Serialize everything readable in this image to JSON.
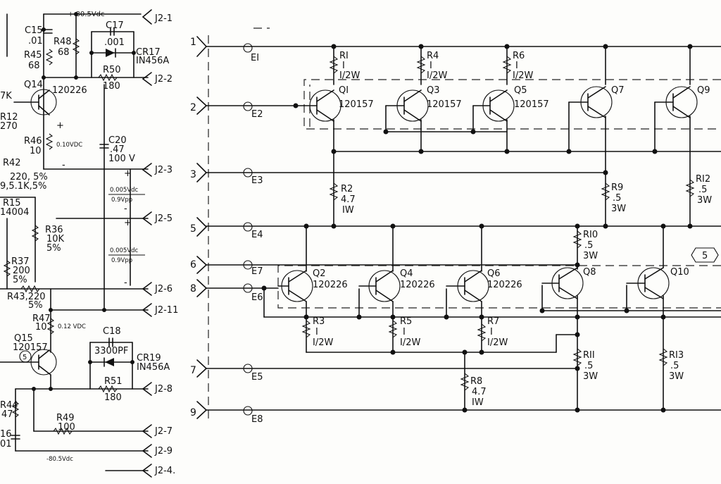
{
  "left": {
    "supply_pos": "+ 80.5Vdc",
    "supply_neg": "-80.5Vdc",
    "c15": {
      "name": "C15",
      "value": ".01"
    },
    "c17": {
      "name": "C17",
      "value": ".001"
    },
    "r48": {
      "name": "R48",
      "value": "68"
    },
    "r45": {
      "name": "R45",
      "value": "68"
    },
    "cr17": {
      "name": "CR17",
      "part": "IN456A"
    },
    "r50": {
      "name": "R50",
      "value": "180"
    },
    "q14": {
      "name": "Q14",
      "part": "120226"
    },
    "r12": {
      "name": "R12",
      "value": "270"
    },
    "r46": {
      "name": "R46",
      "value": "10",
      "volt": "0.10VDC"
    },
    "c20": {
      "name": "C20",
      "value": ".47",
      "rating": "100 V"
    },
    "r42": {
      "name": "R42",
      "value": "220, 5%"
    },
    "r42b": "9,5.1K,5%",
    "r15": {
      "name": "R15",
      "part": "14004"
    },
    "r36": {
      "name": "R36",
      "value": "10K",
      "tol": "5%"
    },
    "r37": {
      "name": "R37",
      "value": "200",
      "tol": "5%"
    },
    "r43": {
      "name": "R43,220",
      "tol": "5%"
    },
    "r47": {
      "name": "R47",
      "value": "10",
      "volt": "0.12 VDC"
    },
    "q15": {
      "name": "Q15",
      "part": "120157",
      "badge": "5"
    },
    "c18": {
      "name": "C18",
      "value": "3300PF"
    },
    "cr19": {
      "name": "CR19",
      "part": "IN456A"
    },
    "r51": {
      "name": "R51",
      "value": "180"
    },
    "r44": {
      "name": "R44",
      "value": "47"
    },
    "c16": {
      "name": "16",
      "value": "01"
    },
    "r49": {
      "name": "R49",
      "value": "100"
    },
    "k7": "7K",
    "meas1": {
      "v1": "0.005Vdc",
      "v2": "0.9Vpp"
    },
    "meas2": {
      "v1": "0.005Vdc",
      "v2": "0.9Vpp"
    },
    "jacks": [
      "J2-1",
      "J2-2",
      "J2-3",
      "J2-5",
      "J2-6",
      "J2-11",
      "J2-8",
      "J2-7",
      "J2-9",
      "J2-4."
    ]
  },
  "right": {
    "pins": [
      "1",
      "2",
      "3",
      "5",
      "6",
      "8",
      "7",
      "9"
    ],
    "terminals": [
      "EI",
      "E2",
      "E3",
      "E4",
      "E7",
      "E6",
      "E5",
      "E8"
    ],
    "badge": "5",
    "transistors": [
      {
        "name": "QI",
        "part": "120157"
      },
      {
        "name": "Q3",
        "part": "120157"
      },
      {
        "name": "Q5",
        "part": "120157"
      },
      {
        "name": "Q7",
        "part": ""
      },
      {
        "name": "Q9",
        "part": ""
      },
      {
        "name": "Q2",
        "part": "120226"
      },
      {
        "name": "Q4",
        "part": "120226"
      },
      {
        "name": "Q6",
        "part": "120226"
      },
      {
        "name": "Q8",
        "part": ""
      },
      {
        "name": "Q10",
        "part": ""
      }
    ],
    "resistors": [
      {
        "name": "RI",
        "v": "I",
        "w": "I/2W"
      },
      {
        "name": "R4",
        "v": "I",
        "w": "I/2W"
      },
      {
        "name": "R6",
        "v": "I",
        "w": "I/2W"
      },
      {
        "name": "R2",
        "v": "4.7",
        "w": "IW"
      },
      {
        "name": "R9",
        "v": ".5",
        "w": "3W"
      },
      {
        "name": "RI2",
        "v": ".5",
        "w": "3W"
      },
      {
        "name": "RI0",
        "v": ".5",
        "w": "3W"
      },
      {
        "name": "R3",
        "v": "I",
        "w": "I/2W"
      },
      {
        "name": "R5",
        "v": "I",
        "w": "I/2W"
      },
      {
        "name": "R7",
        "v": "I",
        "w": "I/2W"
      },
      {
        "name": "RII",
        "v": ".5",
        "w": "3W"
      },
      {
        "name": "R8",
        "v": "4.7",
        "w": "IW"
      },
      {
        "name": "RI3",
        "v": ".5",
        "w": "3W"
      }
    ]
  }
}
